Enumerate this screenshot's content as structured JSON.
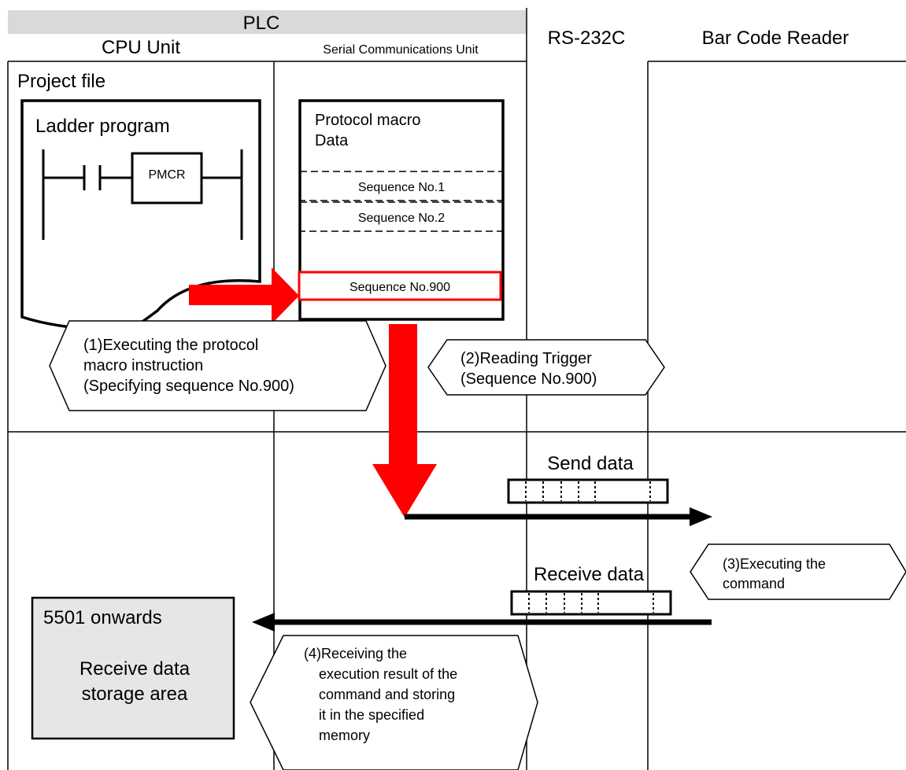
{
  "header": {
    "plc_label": "PLC",
    "cpu_unit_label": "CPU Unit",
    "serial_unit_label": "Serial Communications Unit",
    "rs232c_label": "RS-232C",
    "bar_code_reader_label": "Bar Code Reader"
  },
  "project_file": {
    "title": "Project file",
    "ladder_program_label": "Ladder program",
    "pmcr_label": "PMCR"
  },
  "protocol_macro": {
    "title_line1": "Protocol macro",
    "title_line2": "Data",
    "sequence_1": "Sequence No.1",
    "sequence_2": "Sequence No.2",
    "sequence_900": "Sequence No.900"
  },
  "callouts": {
    "step1": [
      "(1)Executing the protocol",
      "macro instruction",
      "(Specifying sequence No.900)"
    ],
    "step2": [
      "(2)Reading Trigger",
      "(Sequence No.900)"
    ],
    "step3": [
      "(3)Executing the",
      "command"
    ],
    "step4": [
      "(4)Receiving the",
      "execution result of the",
      "command and storing",
      "it in the specified",
      "memory"
    ]
  },
  "data_frames": {
    "send_label": "Send data",
    "receive_label": "Receive data"
  },
  "storage": {
    "address_label": "5501 onwards",
    "area_line1": "Receive data",
    "area_line2": "storage area"
  },
  "colors": {
    "red_arrow": "#ff0000",
    "header_bar": "#d9d9d9",
    "storage_fill": "#e6e6e6"
  }
}
